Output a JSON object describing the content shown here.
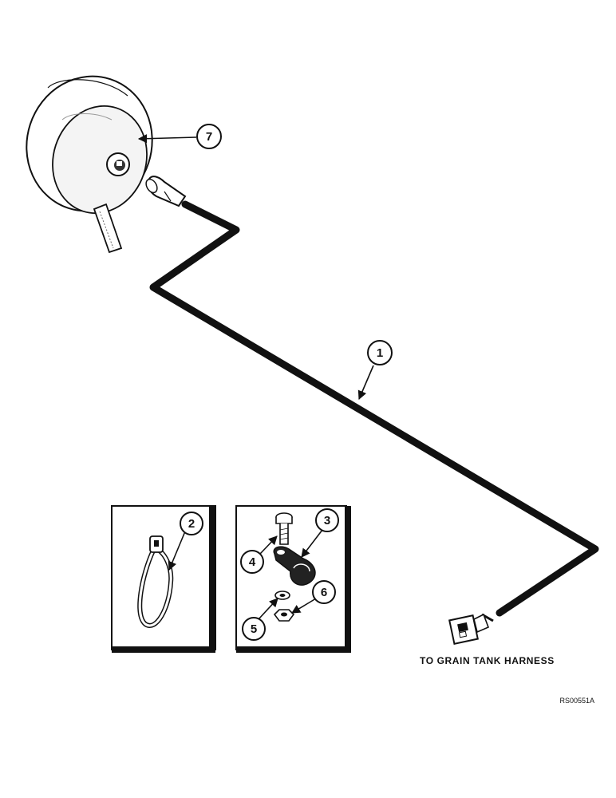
{
  "callouts": {
    "harness": "1",
    "strap": "2",
    "clamp": "3",
    "bolt": "4",
    "washer": "5",
    "nut": "6",
    "light": "7"
  },
  "connector_label": "TO GRAIN TANK  HARNESS",
  "reference_code": "RS00551A"
}
